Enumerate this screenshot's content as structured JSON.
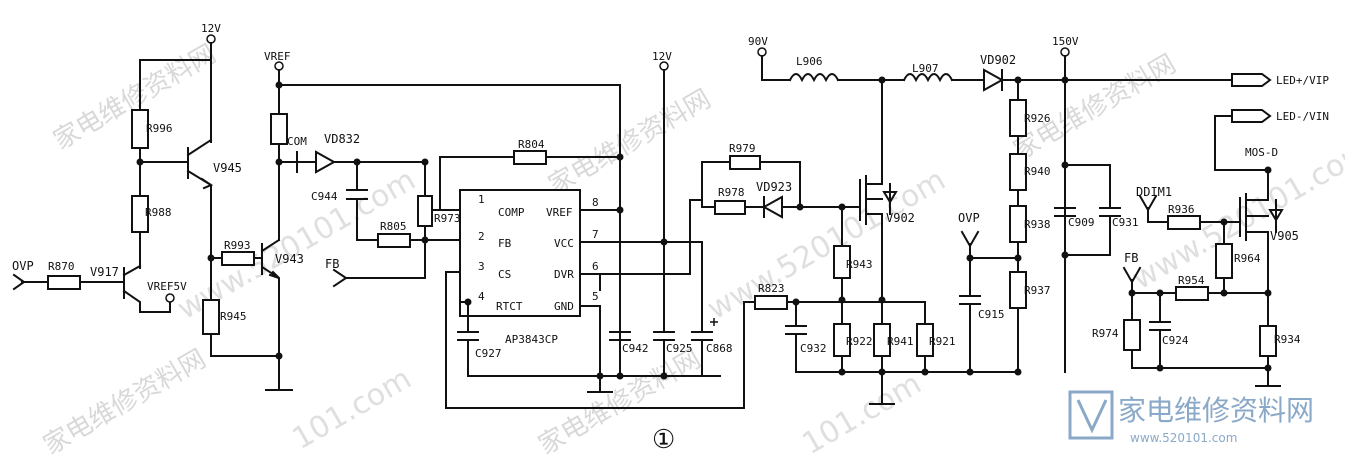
{
  "supply_labels": {
    "v12_left": "12V",
    "vref_top": "VREF",
    "v12_mid": "12V",
    "v90": "90V",
    "v150": "150V",
    "ovp_mid": "OVP"
  },
  "nets": {
    "ovp_in": "OVP",
    "fb_in": "FB",
    "fb_right": "FB",
    "dimm": "DDIM1",
    "com": "COM",
    "vref5v": "VREF5V",
    "mos_d": "MOS-D"
  },
  "outputs": {
    "led_plus": "LED+/VIP",
    "led_minus": "LED-/VIN"
  },
  "resistors": {
    "r996": "R996",
    "r988": "R988",
    "r870": "R870",
    "r993": "R993",
    "r945": "R945",
    "r805": "R805",
    "r973": "R973",
    "r804": "R804",
    "r979": "R979",
    "r978": "R978",
    "r943": "R943",
    "r823": "R823",
    "r922": "R922",
    "r941": "R941",
    "r921": "R921",
    "r926": "R926",
    "r940": "R940",
    "r938": "R938",
    "r937": "R937",
    "r936": "R936",
    "r964": "R964",
    "r954": "R954",
    "r974": "R974",
    "r934": "R934"
  },
  "capacitors": {
    "c944": "C944",
    "c927": "C927",
    "c942": "C942",
    "c925": "C925",
    "c868": "C868",
    "c932": "C932",
    "c915": "C915",
    "c909": "C909",
    "c931": "C931",
    "c924": "C924"
  },
  "semiconductors": {
    "v945": "V945",
    "v917": "V917",
    "v943": "V943",
    "vd832": "VD832",
    "vd923": "VD923",
    "v902": "V902",
    "vd902": "VD902",
    "v905": "V905"
  },
  "inductors": {
    "l906": "L906",
    "l907": "L907"
  },
  "ic": {
    "part": "AP3843CP",
    "pins": {
      "p1_num": "1",
      "p1": "COMP",
      "p2_num": "2",
      "p2": "FB",
      "p3_num": "3",
      "p3": "CS",
      "p4_num": "4",
      "p4": "RTCT",
      "p8_num": "8",
      "p8": "VREF",
      "p7_num": "7",
      "p7": "VCC",
      "p6_num": "6",
      "p6": "DVR",
      "p5_num": "5",
      "p5": "GND"
    }
  },
  "figure_number": "①",
  "watermark": {
    "text": "家电维修资料网",
    "url": "www.520101.com",
    "url_short": "101.com",
    "logo_text": "家电维修资料网",
    "logo_url": "www.520101.com"
  }
}
